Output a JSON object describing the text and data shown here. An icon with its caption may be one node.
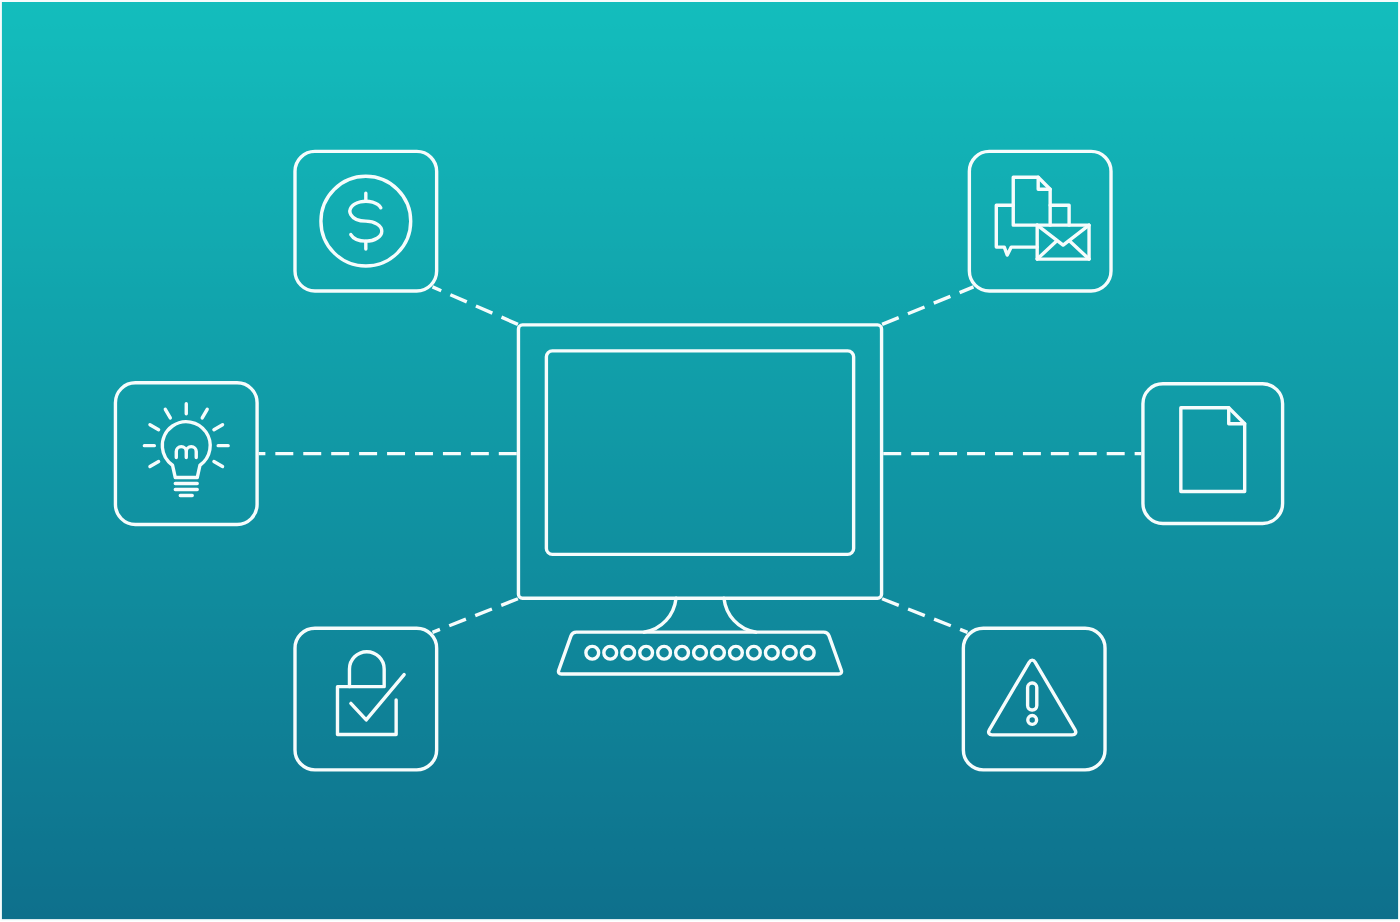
{
  "diagram": {
    "nodes": [
      {
        "text": [],
        "shape": "picture"
      },
      {
        "text": [],
        "shape": "picture"
      },
      {
        "text": [],
        "shape": "picture"
      },
      {
        "text": [],
        "shape": "picture"
      },
      {
        "text": [],
        "shape": "picture"
      },
      {
        "text": [],
        "shape": "picture"
      },
      {
        "text": [],
        "shape": "picture"
      }
    ],
    "edges": [
      {
        "from": 3,
        "to": 0,
        "arrow": "none",
        "style": "dashed"
      },
      {
        "from": 3,
        "to": 1,
        "arrow": "none",
        "style": "dashed"
      },
      {
        "from": 3,
        "to": 2,
        "arrow": "none",
        "style": "dashed"
      },
      {
        "from": 3,
        "to": 4,
        "arrow": "none",
        "style": "dashed"
      },
      {
        "from": 3,
        "to": 5,
        "arrow": "none",
        "style": "dashed"
      },
      {
        "from": 3,
        "to": 6,
        "arrow": "none",
        "style": "dashed"
      }
    ]
  }
}
